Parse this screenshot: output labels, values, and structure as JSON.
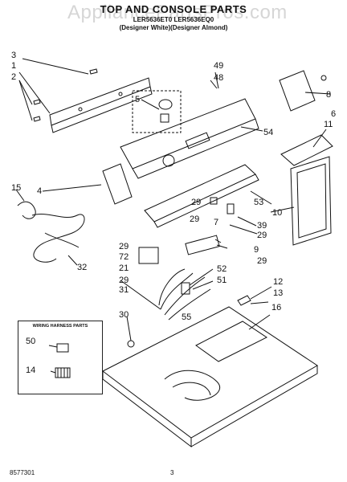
{
  "header": {
    "watermark": "AppliancePartsPros.com",
    "title": "TOP AND CONSOLE PARTS",
    "models": "LER5636ET0 LER5636EQ0",
    "colors": "(Designer White)(Designer Almond)"
  },
  "callouts": [
    "3",
    "1",
    "2",
    "4",
    "5",
    "6",
    "7",
    "8",
    "9",
    "10",
    "11",
    "12",
    "13",
    "14",
    "15",
    "16",
    "21",
    "29",
    "29",
    "29",
    "29",
    "29",
    "29",
    "30",
    "31",
    "32",
    "39",
    "48",
    "49",
    "50",
    "51",
    "52",
    "53",
    "54",
    "55",
    "72"
  ],
  "harness_box": {
    "title": "WIRING HARNESS PARTS"
  },
  "footer": {
    "part_number": "8577301",
    "page": "3"
  }
}
